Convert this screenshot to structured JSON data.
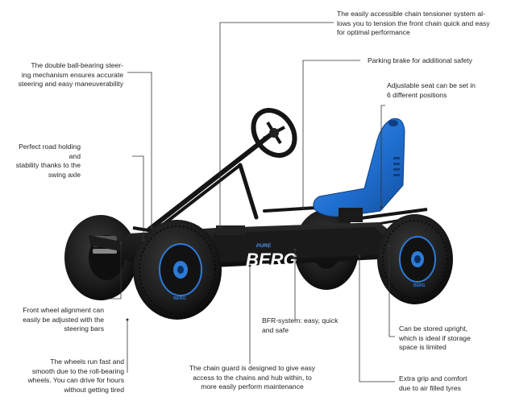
{
  "colors": {
    "seat_blue": "#1f6fd1",
    "frame_black": "#141414",
    "tyre_black": "#1b1b1b",
    "hub_blue": "#2d7bd6",
    "leader_line": "#333333"
  },
  "brand": {
    "small": "PURE",
    "big": "BERG"
  },
  "tyre_brand": "BERG",
  "callouts": [
    {
      "id": "chain-tensioner",
      "text": "The easily accessible chain tensioner system al-\nlows you to tension the front chain quick and easy\nfor optimal performance"
    },
    {
      "id": "parking-brake",
      "text": "Parking brake for additional safety"
    },
    {
      "id": "adjustable-seat",
      "text": "Adjustable seat can be set in\n6 different positions"
    },
    {
      "id": "ball-bearing-steering",
      "text": "The double ball-bearing steer-\ning mechanism ensures accurate\nsteering and easy maneuverability"
    },
    {
      "id": "swing-axle",
      "text": "Perfect road holding and\nstability thanks to the\nswing axle"
    },
    {
      "id": "wheel-alignment",
      "text": "Front wheel alignment can\neasily be adjusted with the\nsteering bars"
    },
    {
      "id": "bfr-system",
      "text": "BFR-system: easy, quick\nand safe"
    },
    {
      "id": "stored-upright",
      "text": "Can be stored upright,\nwhich is ideal if storage\nspace is limited"
    },
    {
      "id": "roll-bearing-wheels",
      "text": "The wheels run fast and\nsmooth due to the roll-bearing\nwheels. You can drive for hours\nwithout getting tired"
    },
    {
      "id": "chain-guard",
      "text": "The chain guard is designed to give easy\naccess to the chains and hub within, to\nmore easily perform maintenance"
    },
    {
      "id": "air-tyres",
      "text": "Extra grip and comfort\ndue to air filled tyres"
    }
  ]
}
